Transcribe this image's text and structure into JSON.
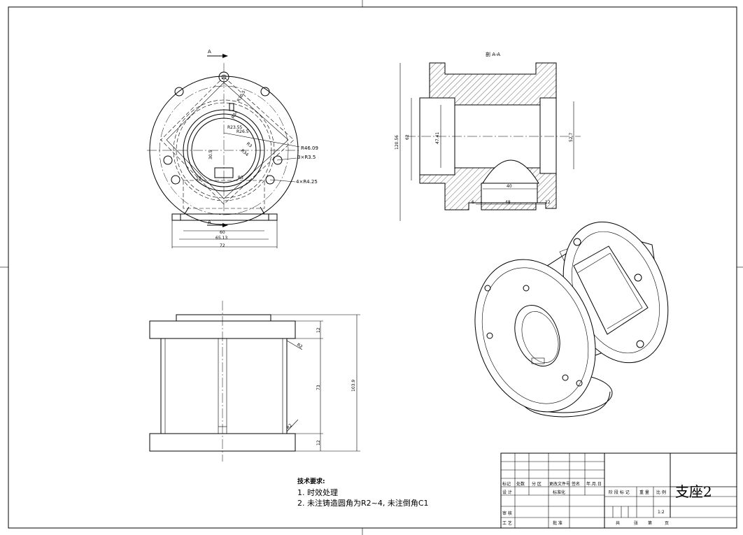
{
  "section_label": "剖 A-A",
  "view_marks": {
    "top": "A",
    "bottom": "A"
  },
  "dims_front": {
    "r_outer": "R46.09",
    "holes_small": "3×R3.5",
    "holes_large": "4×R4.25",
    "r_a": "R23.55",
    "r_b": "R26.5",
    "r_c": "R34",
    "r_d": "R30.5",
    "r_e": "R34",
    "r_f": "R3",
    "h_1": "30.5",
    "small_1": "10",
    "small_2": "R5",
    "w_60": "60",
    "w_65": "65.13",
    "w_72": "72"
  },
  "dims_section": {
    "h_120": "120.56",
    "h_62": "62",
    "d_47": "47.41",
    "d_52": "52.7",
    "w_40": "40",
    "w_48": "48",
    "w_6": "6",
    "w_12": "12"
  },
  "dims_side": {
    "t_top": "12",
    "r_top": "R2",
    "mid": "73",
    "total": "103.9",
    "r_bot": "R2",
    "t_bot": "12"
  },
  "notes": {
    "heading": "技术要求:",
    "line1": "1. 时效处理",
    "line2": "2. 未注铸造圆角为R2~4, 未注倒角C1"
  },
  "title_block": {
    "part_name": "支座2",
    "h_mark": "标记",
    "h_count": "处数",
    "h_zone": "分 区",
    "h_docno": "更改文件号",
    "h_sign": "签名",
    "h_date": "年.月.日",
    "r_design": "设 计",
    "r_std": "标准化",
    "r_review": "审 核",
    "r_process": "工 艺",
    "r_approve": "批 准",
    "h_stage": "阶 段 标 记",
    "h_weight": "重 量",
    "h_scale": "比 例",
    "scale": "1:2",
    "sheet_total": "共",
    "sheet_zhang": "张",
    "sheet_no": "第",
    "sheet_page": "页"
  }
}
